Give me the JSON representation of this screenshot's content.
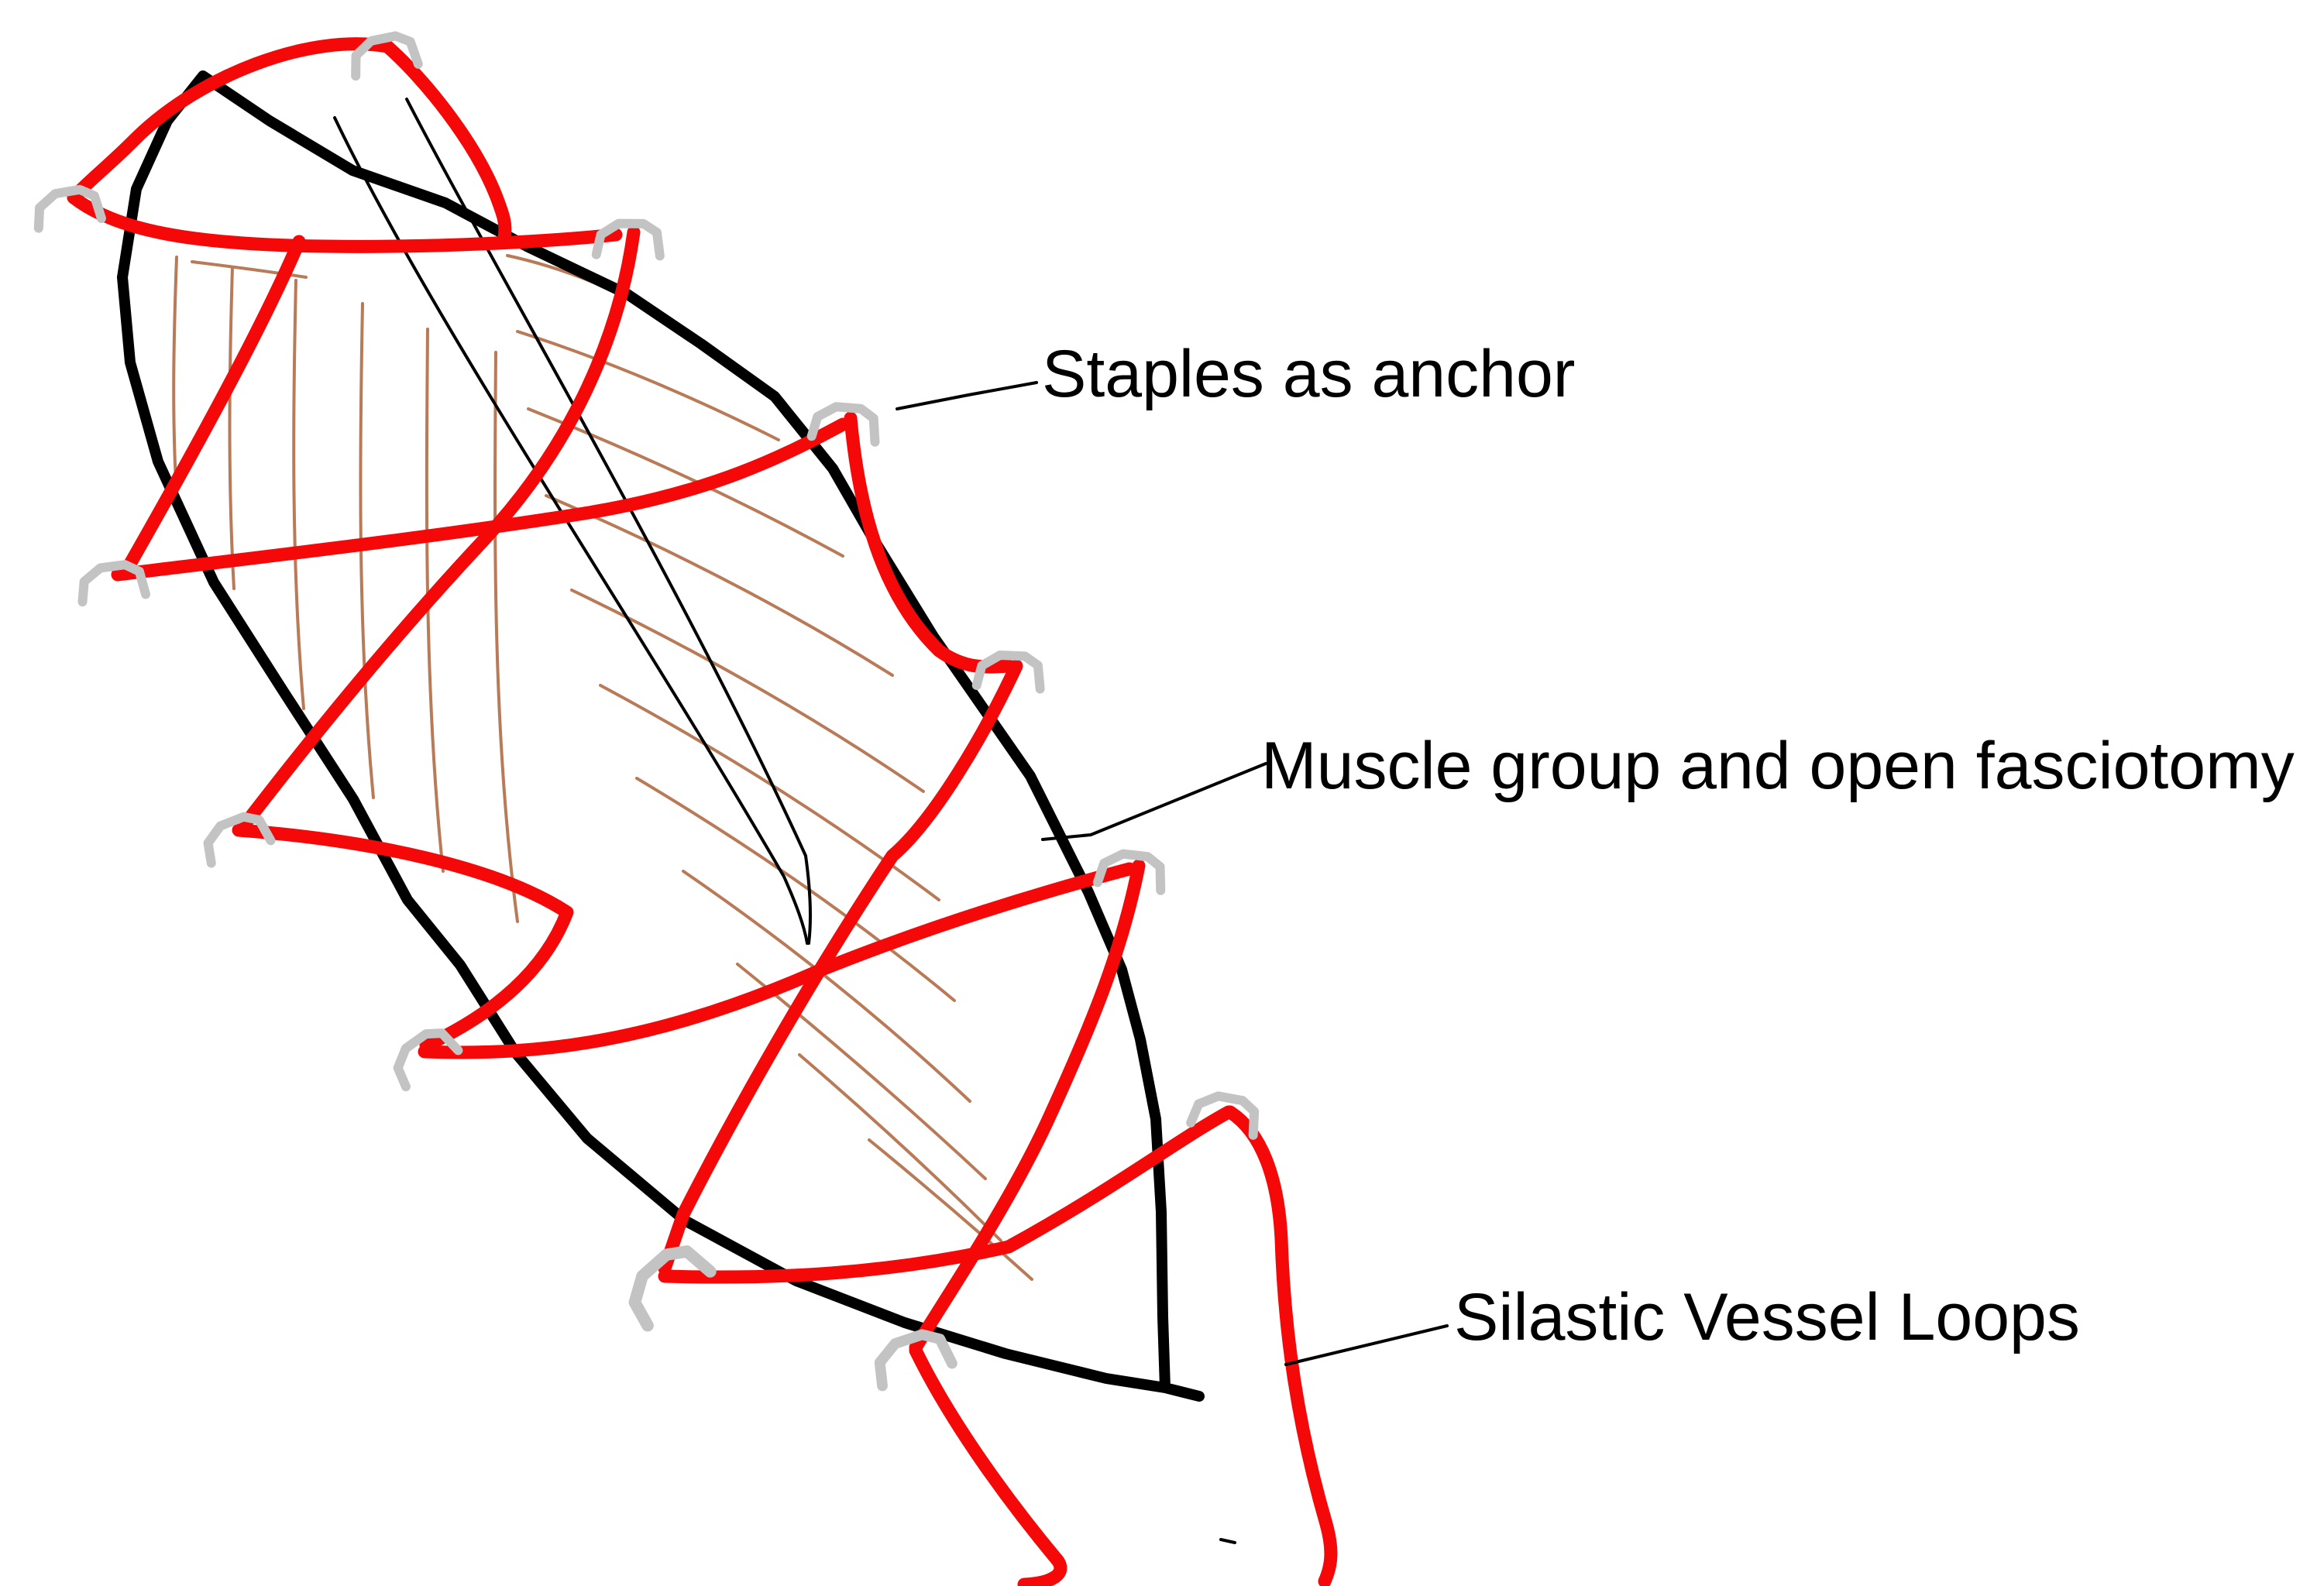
{
  "diagram": {
    "title_visible": false,
    "background_color": "#FFFFFF",
    "labels": {
      "staples": "Staples as anchor",
      "muscle": "Muscle group and open fasciotomy",
      "loops": "Silastic Vessel Loops"
    },
    "colors": {
      "vessel_loop_red": "#F40808",
      "staple_gray": "#C3C3C3",
      "muscle_fiber_brown": "#B97A57",
      "wound_outline_black": "#000000",
      "incision_black": "#000000",
      "leader_black": "#000000",
      "label_text": "#000000"
    },
    "icons": {
      "staple": "staple-icon"
    },
    "counts": {
      "staples": 12,
      "vessel_loop_free_ends": 2,
      "labels": 3
    }
  }
}
